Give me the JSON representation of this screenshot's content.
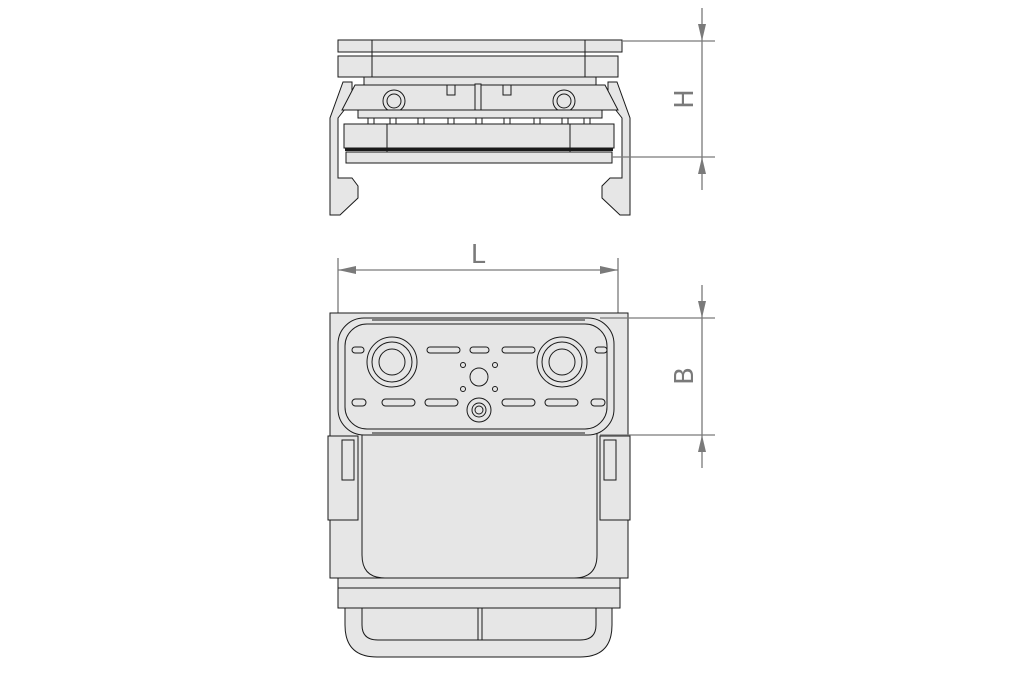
{
  "drawing": {
    "views": [
      "side-view",
      "top-view"
    ],
    "dimensions": {
      "height_label": "H",
      "length_label": "L",
      "width_label": "B"
    },
    "colors": {
      "part_fill": "#e6e6e6",
      "outline": "#1a1a1a",
      "dimension_line": "#7a7a7a"
    }
  }
}
